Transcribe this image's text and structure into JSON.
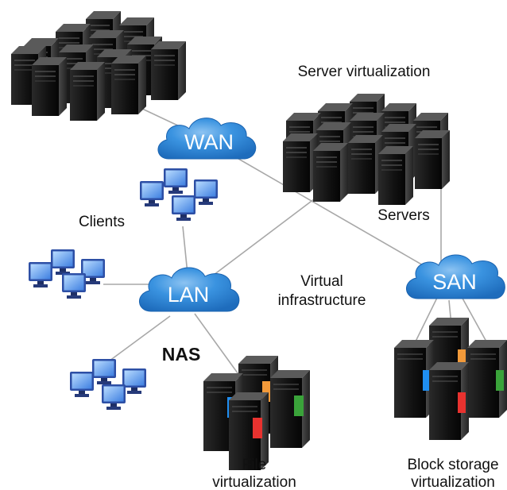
{
  "labels": {
    "server_virtualization": "Server virtualization",
    "servers": "Servers",
    "clients": "Clients",
    "virtual_line1": "Virtual",
    "virtual_line2": "infrastructure",
    "nas": "NAS",
    "file_line1": "File",
    "file_line2": "virtualization",
    "block_line1": "Block storage",
    "block_line2": "virtualization"
  },
  "clouds": {
    "wan": "WAN",
    "lan": "LAN",
    "san": "SAN"
  },
  "colors": {
    "cloud_fill": "#2f86d8",
    "cloud_dark": "#1e6cbc",
    "cloud_light": "#8cc3f2",
    "line": "#a8a8a8",
    "server_dark": "#151515",
    "server_mid": "#3a3a3a",
    "monitor_screen": "#7fb8ff",
    "accent_blue": "#1f8ef1",
    "accent_orange": "#f29a3a",
    "accent_green": "#3aa33a",
    "accent_red": "#e8322f"
  }
}
